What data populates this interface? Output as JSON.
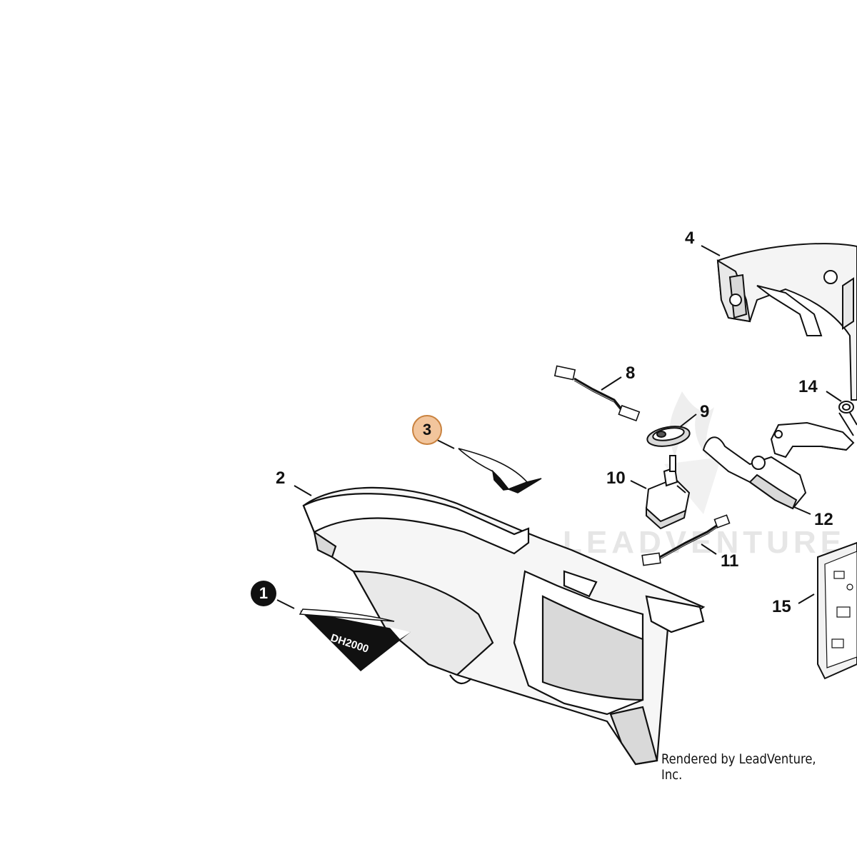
{
  "watermark": {
    "text": "LEADVENTURE"
  },
  "credit": "Rendered by LeadVenture, Inc.",
  "decal_1_text": "DH2000",
  "callouts": {
    "c1": "1",
    "c2": "2",
    "c3": "3",
    "c4": "4",
    "c8": "8",
    "c9": "9",
    "c10": "10",
    "c11": "11",
    "c12": "12",
    "c14": "14",
    "c15": "15"
  },
  "colors": {
    "highlight_fill": "#f2c59c",
    "highlight_stroke": "#c9823f",
    "badge_fill": "#111111",
    "line": "#111111",
    "watermark": "#e6e6e6"
  }
}
